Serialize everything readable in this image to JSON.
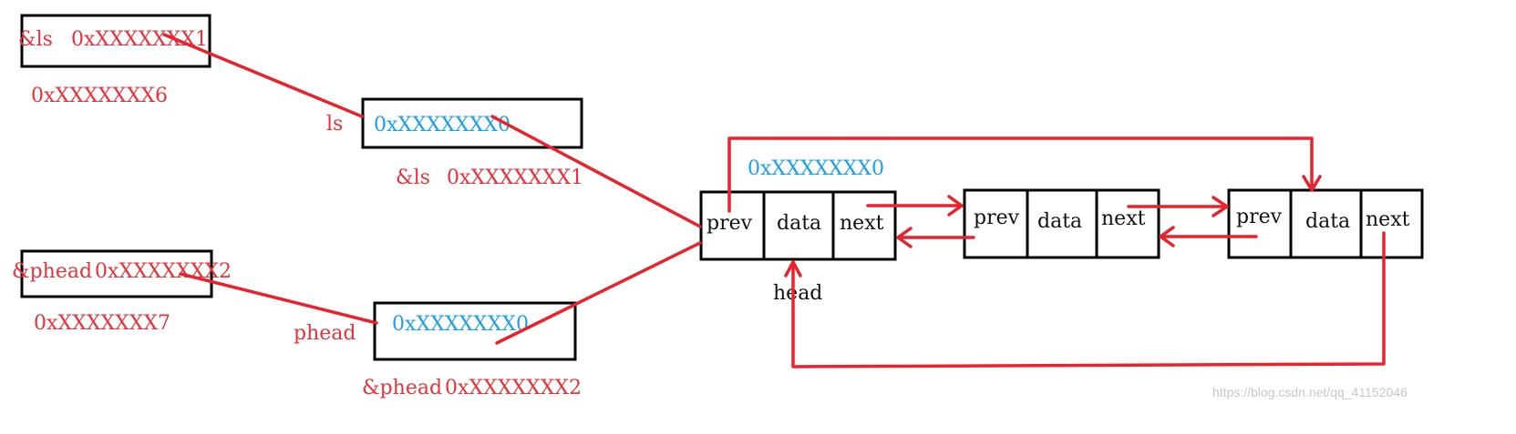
{
  "top_box": {
    "ref_text": "&ls",
    "value": "0xXXXXXXX1",
    "address": "0xXXXXXXX6"
  },
  "bottom_box": {
    "ref_text": "&phead",
    "value": "0xXXXXXXX2",
    "address": "0xXXXXXXX7"
  },
  "ls_box": {
    "name": "ls",
    "value": "0xXXXXXXX0",
    "address_label": "&ls",
    "address": "0xXXXXXXX1"
  },
  "phead_box": {
    "name": "phead",
    "value": "0xXXXXXXX0",
    "address_label": "&phead",
    "address": "0xXXXXXXX2"
  },
  "list": {
    "head_address": "0xXXXXXXX0",
    "head_label": "head",
    "nodes": [
      {
        "prev": "prev",
        "data": "data",
        "next": "next"
      },
      {
        "prev": "prev",
        "data": "data",
        "next": "next"
      },
      {
        "prev": "prev",
        "data": "data",
        "next": "next"
      }
    ]
  },
  "watermark": "https://blog.csdn.net/qq_41152046",
  "colors": {
    "arrow": "#e8232d",
    "label_red": "#e8323c",
    "label_blue": "#1ea0e6",
    "border": "#000000"
  }
}
